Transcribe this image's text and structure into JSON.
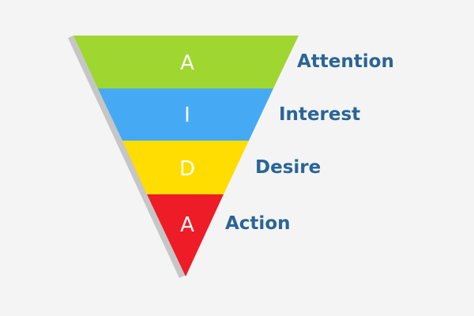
{
  "funnel": {
    "stages": [
      {
        "letter": "A",
        "label": "Attention",
        "color": "#9fd630"
      },
      {
        "letter": "I",
        "label": "Interest",
        "color": "#45aaf3"
      },
      {
        "letter": "D",
        "label": "Desire",
        "color": "#ffdd00"
      },
      {
        "letter": "A",
        "label": "Action",
        "color": "#ee1c27"
      }
    ],
    "label_color": "#2a6595",
    "shadow_color": "#c6c6c6"
  }
}
